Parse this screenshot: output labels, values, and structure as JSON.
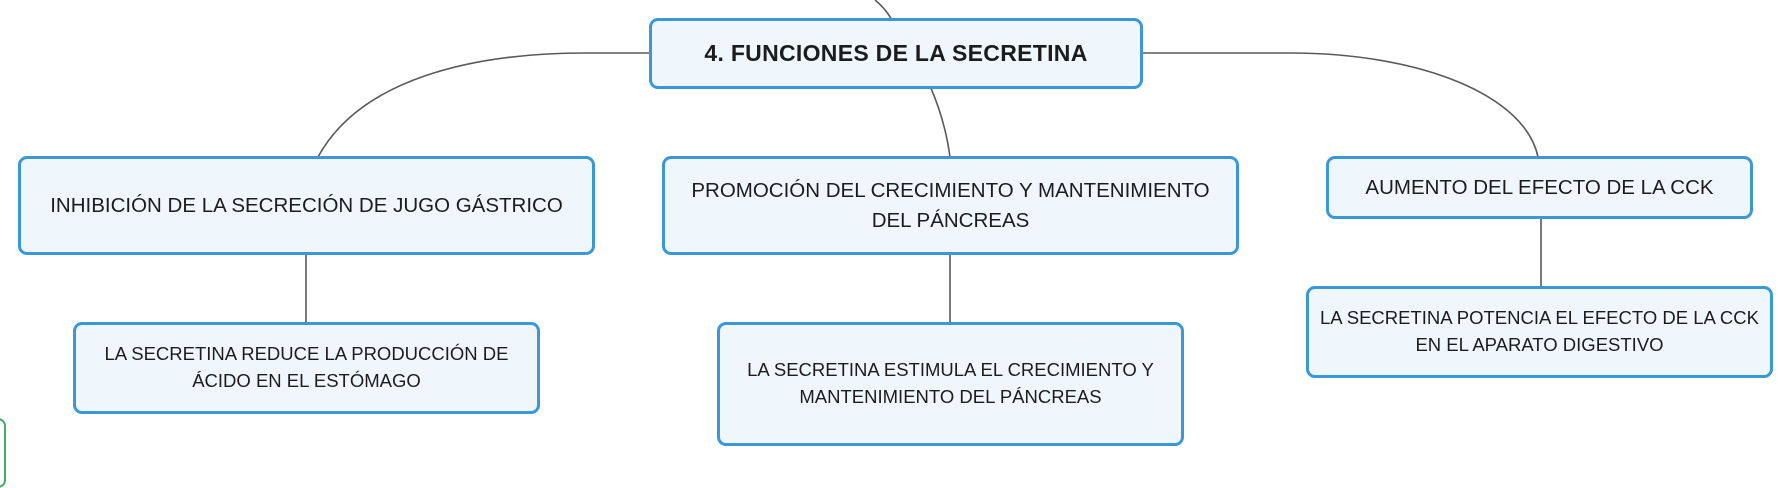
{
  "root": {
    "label": "4. FUNCIONES DE LA SECRETINA"
  },
  "branches": [
    {
      "label": "INHIBICIÓN DE LA SECRECIÓN DE JUGO GÁSTRICO",
      "child": "LA SECRETINA REDUCE LA PRODUCCIÓN DE ÁCIDO EN EL ESTÓMAGO"
    },
    {
      "label": "PROMOCIÓN DEL CRECIMIENTO Y MANTENIMIENTO DEL PÁNCREAS",
      "child": "LA SECRETINA ESTIMULA EL CRECIMIENTO Y MANTENIMIENTO DEL PÁNCREAS"
    },
    {
      "label": "AUMENTO DEL EFECTO DE LA CCK",
      "child": "LA SECRETINA POTENCIA EL EFECTO DE LA CCK EN EL APARATO DIGESTIVO"
    }
  ],
  "colors": {
    "node_border": "#3a98d9",
    "node_fill": "#eff7fd",
    "connector": "#5a5a5a",
    "offscreen_node_border": "#3fae63"
  }
}
